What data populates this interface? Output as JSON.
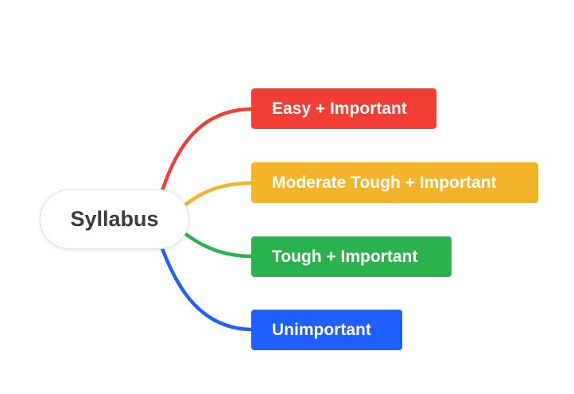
{
  "root": {
    "label": "Syllabus"
  },
  "branches": [
    {
      "label": "Easy + Important",
      "color": "#f23e34"
    },
    {
      "label": "Moderate Tough + Important",
      "color": "#f3b32a"
    },
    {
      "label": "Tough + Important",
      "color": "#2ab34c"
    },
    {
      "label": "Unimportant",
      "color": "#1f5eff"
    }
  ]
}
